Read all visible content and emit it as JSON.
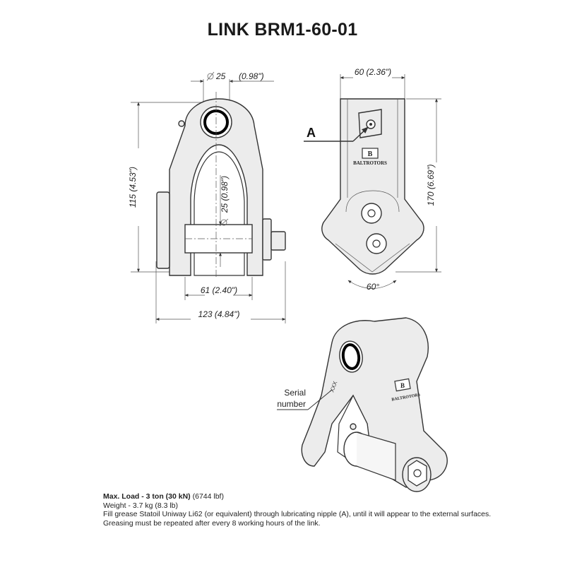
{
  "title": "LINK BRM1-60-01",
  "dimensions": {
    "pin_diameter": "25",
    "pin_diameter_in": "(0.98\")",
    "width_top": "60 (2.36\")",
    "height_inner": "115 (4.53\")",
    "inner_pin_diameter": "25 (0.98\")",
    "height_total": "170 (6.69\")",
    "inner_width": "61 (2.40\")",
    "total_width": "123 (4.84\")",
    "angle": "60°"
  },
  "labels": {
    "nipple_marker": "A",
    "serial_label_line1": "Serial",
    "serial_label_line2": "number",
    "serial_marking": "XXX",
    "brand": "BALTROTORS"
  },
  "notes": {
    "max_load_label": "Max. Load - 3 ton (30 kN)",
    "max_load_lbf": "(6744 lbf)",
    "weight": "Weight - 3.7 kg (8.3 lb)",
    "grease": "Fill grease Statoil Uniway Li62 (or equivalent) through lubricating nipple (A), until it will appear to the external surfaces.",
    "greasing_interval": "Greasing must be repeated after every 8 working hours of the link."
  }
}
